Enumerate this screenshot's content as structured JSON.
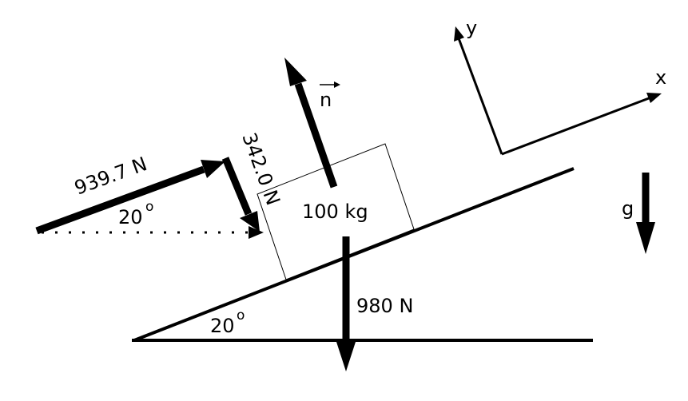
{
  "labels": {
    "mass": "100 kg",
    "weight": "980 N",
    "push_force": "939.7 N",
    "perp_component": "342.0 N",
    "angle_force": "20",
    "angle_incline": "20",
    "degree_symbol": "o",
    "normal_vector": "n",
    "axis_x": "x",
    "axis_y": "y",
    "gravity": "g"
  },
  "incline_angle_deg": 20,
  "colors": {
    "ink": "#000000",
    "background": "#ffffff"
  }
}
